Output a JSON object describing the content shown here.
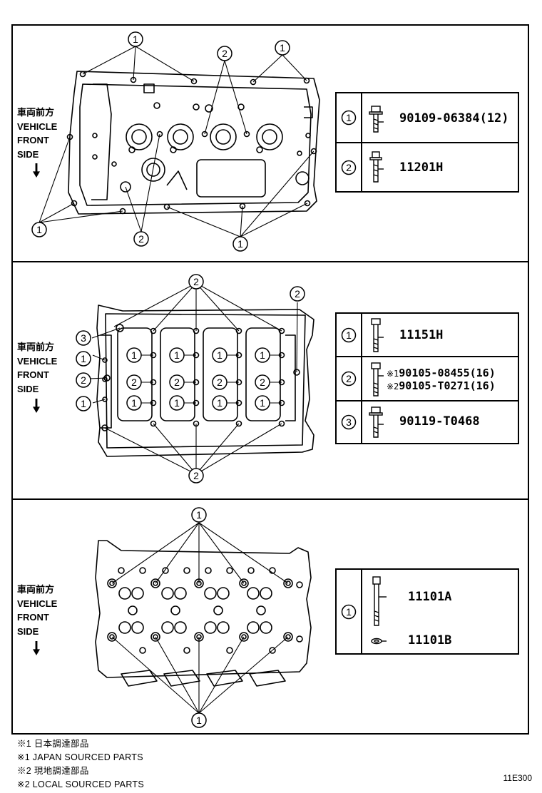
{
  "direction_label": {
    "jp": "車両前方",
    "en1": "VEHICLE",
    "en2": "FRONT",
    "en3": "SIDE"
  },
  "callouts": {
    "one": "1",
    "two": "2",
    "three": "3"
  },
  "panel1": {
    "legend": [
      {
        "num": "1",
        "part": "90109-06384(12)"
      },
      {
        "num": "2",
        "part": "11201H"
      }
    ]
  },
  "panel2": {
    "legend": [
      {
        "num": "1",
        "part": "11151H"
      },
      {
        "num": "2",
        "note1": "※1",
        "part1": "90105-08455(16)",
        "note2": "※2",
        "part2": "90105-T0271(16)"
      },
      {
        "num": "3",
        "part": "90119-T0468"
      }
    ]
  },
  "panel3": {
    "legend": [
      {
        "num": "1",
        "part_a": "11101A",
        "part_b": "11101B"
      }
    ]
  },
  "footnotes": [
    "※1 日本調達部品",
    "※1 JAPAN SOURCED PARTS",
    "※2 現地調達部品",
    "※2 LOCAL SOURCED PARTS"
  ],
  "diagram_code": "11E300"
}
